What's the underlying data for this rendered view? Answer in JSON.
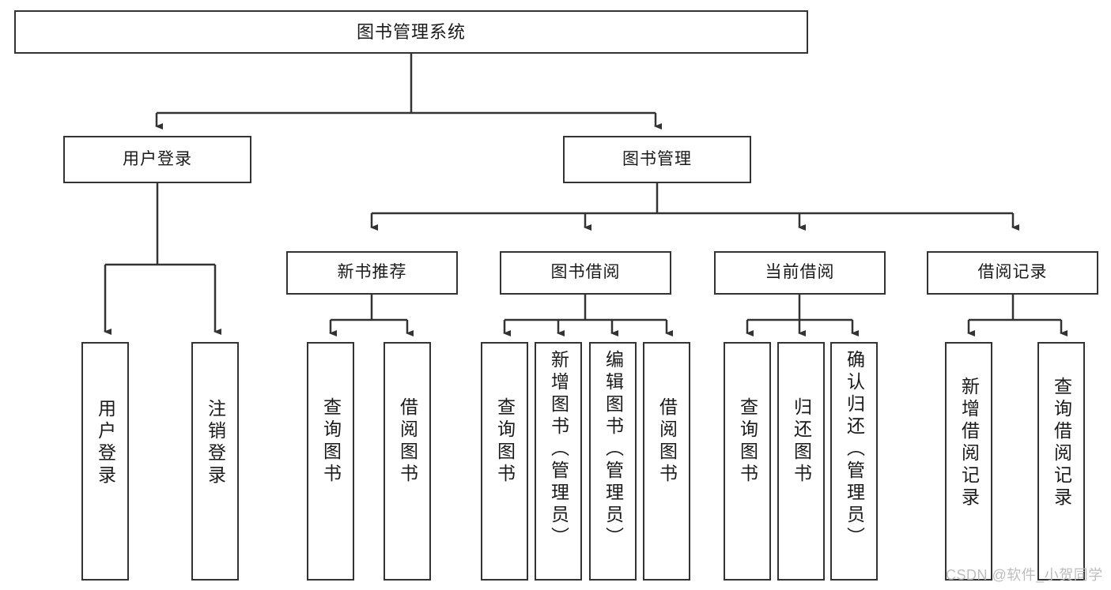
{
  "diagram": {
    "title": "图书管理系统",
    "type": "tree-hierarchy-chart",
    "line_color": "#333333",
    "box_fill": "#ffffff",
    "text_color": "#1a1a1a",
    "levels": {
      "level1": {
        "root": "图书管理系统"
      },
      "level2": [
        {
          "label": "用户登录"
        },
        {
          "label": "图书管理"
        }
      ],
      "level3": [
        {
          "label": "新书推荐"
        },
        {
          "label": "图书借阅"
        },
        {
          "label": "当前借阅"
        },
        {
          "label": "借阅记录"
        }
      ],
      "level4": {
        "user_login": [
          {
            "label": "用户登录"
          },
          {
            "label": "注销登录"
          }
        ],
        "new_book_recommend": [
          {
            "label": "查询图书"
          },
          {
            "label": "借阅图书"
          }
        ],
        "book_borrow": [
          {
            "label": "查询图书"
          },
          {
            "label": "新增图书（管理员）"
          },
          {
            "label": "编辑图书（管理员）"
          },
          {
            "label": "借阅图书"
          }
        ],
        "current_borrow": [
          {
            "label": "查询图书"
          },
          {
            "label": "归还图书"
          },
          {
            "label": "确认归还（管理员）"
          }
        ],
        "borrow_record": [
          {
            "label": "新增借阅记录"
          },
          {
            "label": "查询借阅记录"
          }
        ]
      }
    }
  },
  "watermark": {
    "text": "CSDN @软件_小贺同学",
    "color": "#bdbdbd"
  }
}
